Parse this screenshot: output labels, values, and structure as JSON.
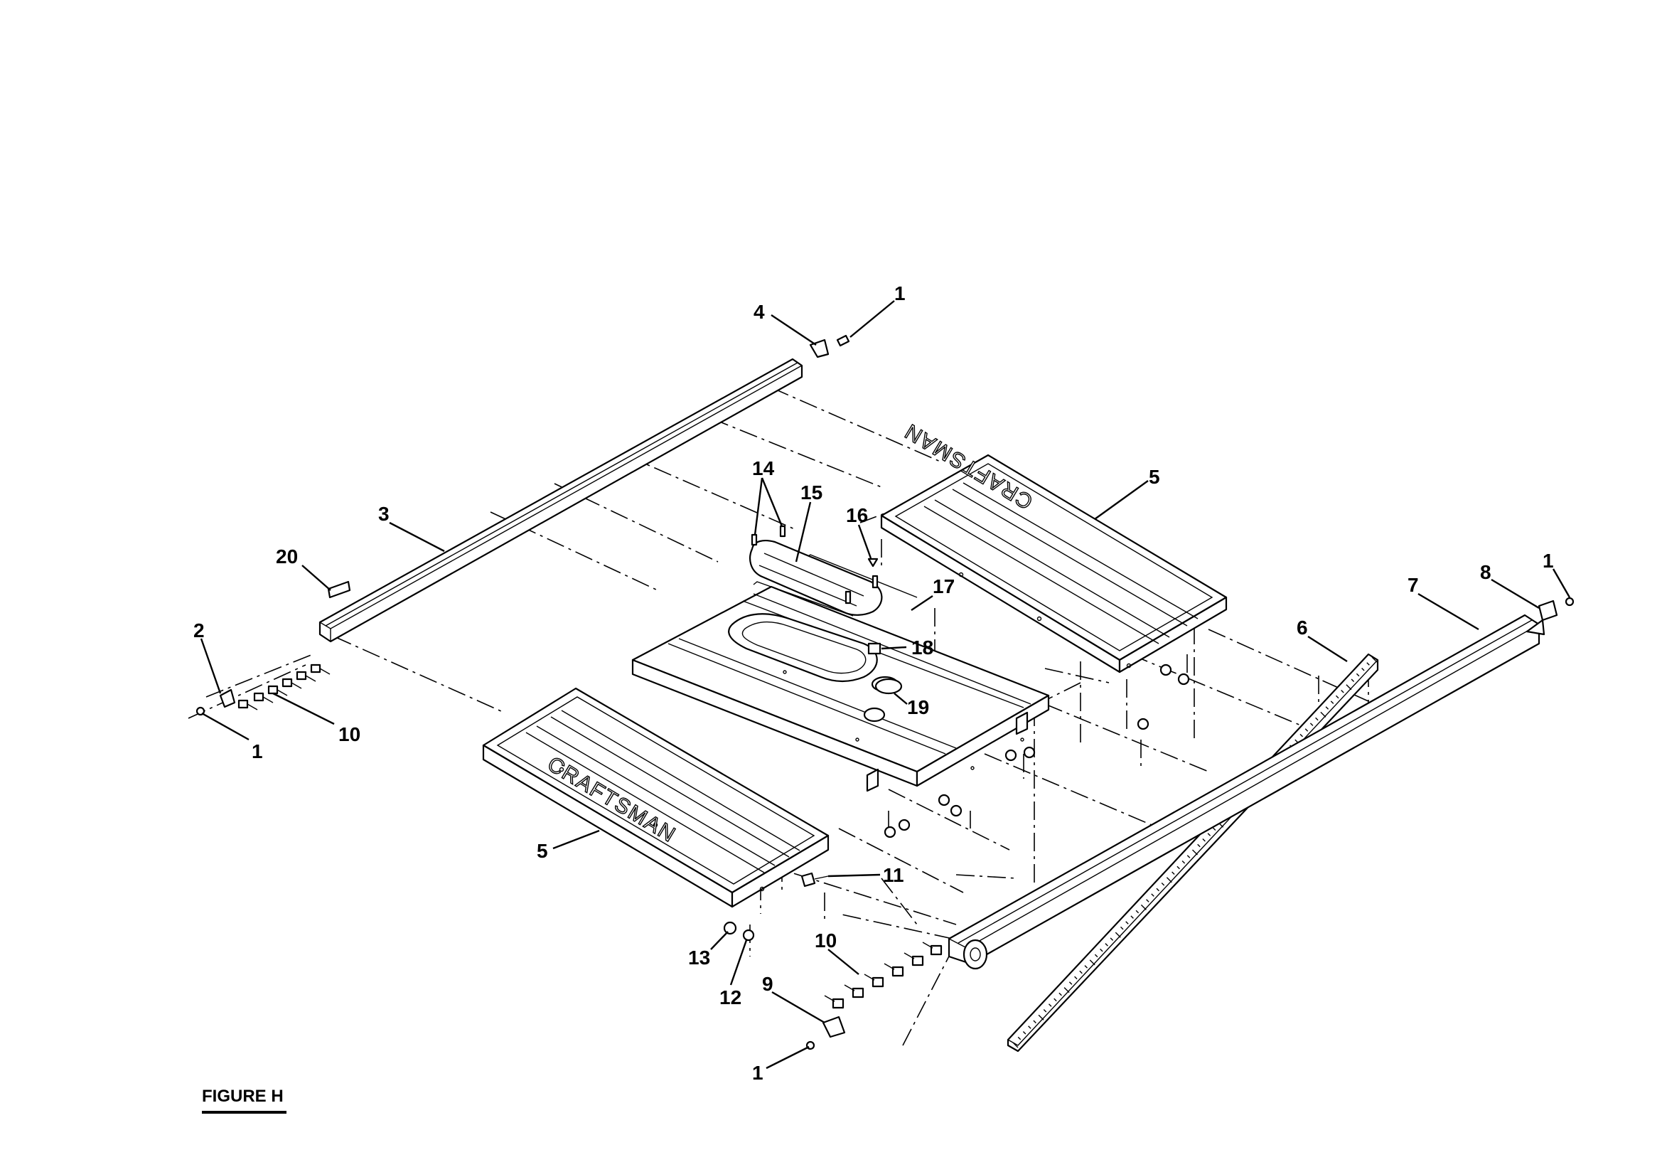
{
  "figure_label": "FIGURE H",
  "brand_text": "CRAFTSMAN",
  "callouts": {
    "c1_top": "1",
    "c4": "4",
    "c3": "3",
    "c20": "20",
    "c2": "2",
    "c1_left": "1",
    "c10_left": "10",
    "c14": "14",
    "c15": "15",
    "c16": "16",
    "c17": "17",
    "c18": "18",
    "c19": "19",
    "c5_right": "5",
    "c5_left": "5",
    "c6": "6",
    "c7": "7",
    "c8": "8",
    "c1_right": "1",
    "c11": "11",
    "c13": "13",
    "c12": "12",
    "c10_bottom": "10",
    "c9": "9",
    "c1_bottom": "1"
  }
}
